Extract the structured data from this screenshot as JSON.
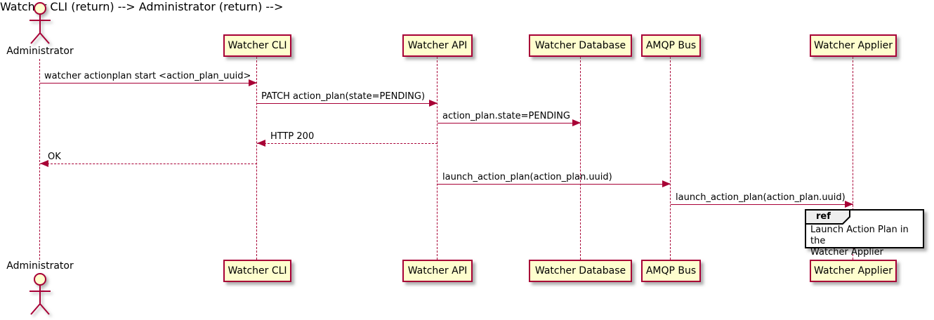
{
  "diagram": {
    "type": "plantuml-sequence",
    "background": "#FFFFFF",
    "colors": {
      "participant_fill": "#FEFECE",
      "participant_border": "#A80036",
      "lifeline": "#A80036",
      "arrow": "#A80036",
      "text": "#000000",
      "ref_border": "#000000",
      "ref_fill": "#FFFFFF",
      "ref_tab_fill": "#EEEEEE"
    },
    "actor": {
      "name": "Administrator"
    },
    "participants": [
      {
        "name": "Watcher CLI"
      },
      {
        "name": "Watcher API"
      },
      {
        "name": "Watcher Database"
      },
      {
        "name": "AMQP Bus"
      },
      {
        "name": "Watcher Applier"
      }
    ],
    "messages": [
      {
        "from": "Administrator",
        "to": "Watcher CLI",
        "label": "watcher actionplan start <action_plan_uuid>",
        "line": "solid",
        "direction": "right"
      },
      {
        "from": "Watcher CLI",
        "to": "Watcher API",
        "label": "PATCH action_plan(state=PENDING)",
        "line": "solid",
        "direction": "right"
      },
      {
        "from": "Watcher API",
        "to": "Watcher Database",
        "label": "action_plan.state=PENDING",
        "line": "solid",
        "direction": "right"
      },
      {
        "from": "Watcher API",
        "to": "Watcher CLI",
        "label": "HTTP 200",
        "line": "dashed",
        "direction": "left"
      },
      {
        "from": "Watcher CLI",
        "to": "Administrator",
        "label": "OK",
        "line": "dashed",
        "direction": "left"
      },
      {
        "from": "Watcher API",
        "to": "AMQP Bus",
        "label": "launch_action_plan(action_plan.uuid)",
        "line": "solid",
        "direction": "right"
      },
      {
        "from": "AMQP Bus",
        "to": "Watcher Applier",
        "label": "launch_action_plan(action_plan.uuid)",
        "line": "solid",
        "direction": "right"
      }
    ],
    "ref": {
      "keyword": "ref",
      "over": "Watcher Applier",
      "text": "Launch Action Plan in the\nWatcher Applier"
    }
  }
}
